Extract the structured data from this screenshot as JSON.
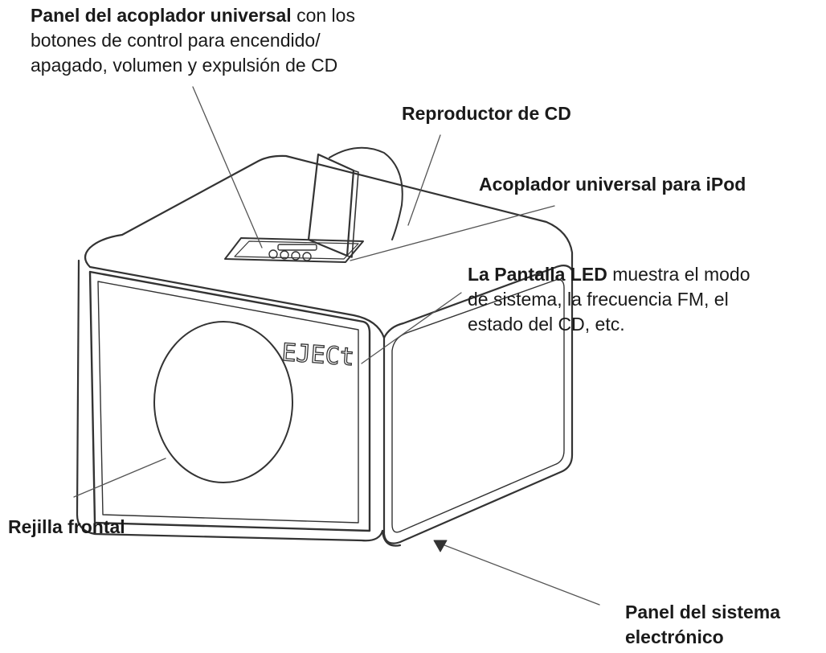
{
  "labels": {
    "dock_panel": {
      "bold": "Panel del acoplador universal",
      "rest": " con los",
      "line2": "botones de control para encendido/",
      "line3": "apagado, volumen y expulsión de CD"
    },
    "cd_player": {
      "bold": "Reproductor de CD"
    },
    "ipod_dock": {
      "bold": "Acoplador universal para iPod"
    },
    "led_display": {
      "bold": "La Pantalla LED",
      "rest": " muestra el modo",
      "line2": "de sistema, la frecuencia FM, el",
      "line3": "estado del CD, etc."
    },
    "front_grille": {
      "bold": "Rejilla frontal"
    },
    "electronics_panel": {
      "line1": "Panel del sistema",
      "line2": "electrónico"
    }
  },
  "led_text": "EJECt",
  "colors": {
    "ink": "#1a1a1a",
    "outline": "#333333",
    "leader": "#555555"
  }
}
